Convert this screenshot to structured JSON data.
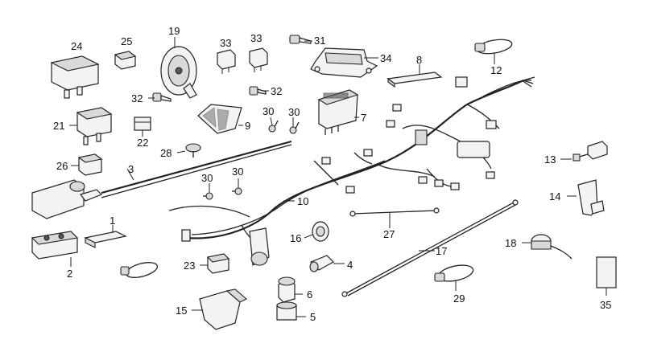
{
  "callouts": [
    {
      "key": "c24",
      "label": "24"
    },
    {
      "key": "c25",
      "label": "25"
    },
    {
      "key": "c19",
      "label": "19"
    },
    {
      "key": "c33a",
      "label": "33"
    },
    {
      "key": "c33b",
      "label": "33"
    },
    {
      "key": "c31",
      "label": "31"
    },
    {
      "key": "c34",
      "label": "34"
    },
    {
      "key": "c8",
      "label": "8"
    },
    {
      "key": "c12",
      "label": "12"
    },
    {
      "key": "c32a",
      "label": "32"
    },
    {
      "key": "c32b",
      "label": "32"
    },
    {
      "key": "c21",
      "label": "21"
    },
    {
      "key": "c22",
      "label": "22"
    },
    {
      "key": "c9",
      "label": "9"
    },
    {
      "key": "c30a",
      "label": "30"
    },
    {
      "key": "c30b",
      "label": "30"
    },
    {
      "key": "c7",
      "label": "7"
    },
    {
      "key": "c28",
      "label": "28"
    },
    {
      "key": "c26",
      "label": "26"
    },
    {
      "key": "c3",
      "label": "3"
    },
    {
      "key": "c13",
      "label": "13"
    },
    {
      "key": "c30c",
      "label": "30"
    },
    {
      "key": "c30d",
      "label": "30"
    },
    {
      "key": "c10",
      "label": "10"
    },
    {
      "key": "c14",
      "label": "14"
    },
    {
      "key": "c1",
      "label": "1"
    },
    {
      "key": "c27",
      "label": "27"
    },
    {
      "key": "c16",
      "label": "16"
    },
    {
      "key": "c2",
      "label": "2"
    },
    {
      "key": "c17",
      "label": "17"
    },
    {
      "key": "c18",
      "label": "18"
    },
    {
      "key": "c23",
      "label": "23"
    },
    {
      "key": "c4",
      "label": "4"
    },
    {
      "key": "c6",
      "label": "6"
    },
    {
      "key": "c29",
      "label": "29"
    },
    {
      "key": "c35",
      "label": "35"
    },
    {
      "key": "c15",
      "label": "15"
    },
    {
      "key": "c5",
      "label": "5"
    }
  ]
}
